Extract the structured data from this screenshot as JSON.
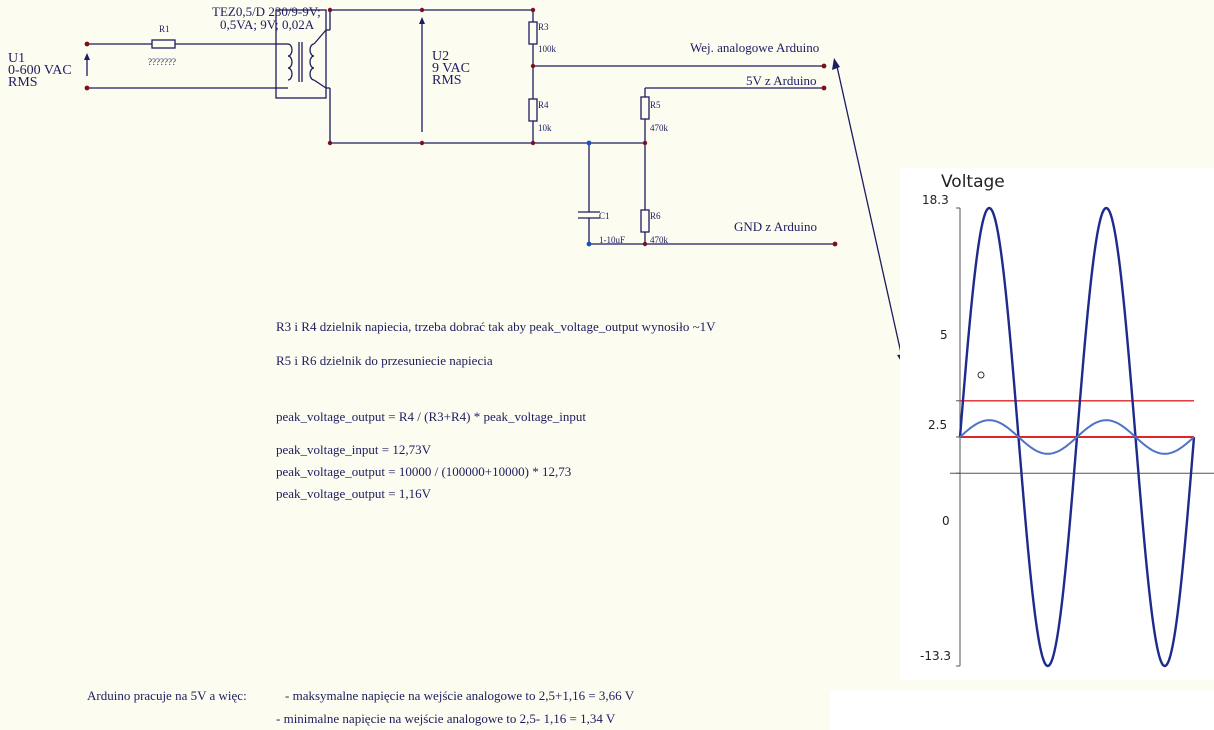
{
  "schematic": {
    "u1": {
      "name": "U1",
      "value": "0-600 VAC",
      "unit": "RMS"
    },
    "r1": {
      "name": "R1",
      "value": "???????"
    },
    "transformer": {
      "line1": "TEZ0,5/D 230/9-9V;",
      "line2": "0,5VA; 9V; 0,02A"
    },
    "u2": {
      "name": "U2",
      "value": "9 VAC",
      "unit": "RMS"
    },
    "r3": {
      "name": "R3",
      "value": "100k"
    },
    "r4": {
      "name": "R4",
      "value": "10k"
    },
    "r5": {
      "name": "R5",
      "value": "470k"
    },
    "r6": {
      "name": "R6",
      "value": "470k"
    },
    "c1": {
      "name": "C1",
      "value": "1-10uF"
    },
    "outputs": {
      "analog": "Wej. analogowe Arduino",
      "vcc": "5V z Arduino",
      "gnd": "GND z Arduino"
    }
  },
  "notes": {
    "line1": "R3 i R4 dzielnik napiecia, trzeba dobrać tak aby peak_voltage_output wynosiło  ~1V",
    "line2": "R5 i R6 dzielnik do przesuniecie napiecia",
    "formula": "peak_voltage_output = R4 / (R3+R4) * peak_voltage_input",
    "input_value": "peak_voltage_input = 12,73V",
    "calc": "peak_voltage_output = 10000 / (100000+10000) * 12,73",
    "result": "peak_voltage_output = 1,16V"
  },
  "bottom": {
    "intro": "Arduino pracuje na 5V a więc:",
    "max": "- maksymalne napięcie na wejście analogowe to 2,5+1,16 = 3,66 V",
    "min": "- minimalne napięcie na wejście analogowe to 2,5- 1,16 = 1,34 V"
  },
  "chart_data": {
    "type": "line",
    "title": "Voltage",
    "yticks": [
      "18.3",
      "5",
      "2.5",
      "0",
      "-13.3"
    ],
    "ylim": [
      -13.3,
      18.3
    ],
    "reference_lines": [
      5,
      2.5
    ],
    "series": [
      {
        "amplitude": 15.8,
        "offset": 2.5,
        "periods": 2
      },
      {
        "amplitude": 1.16,
        "offset": 2.5,
        "periods": 2
      }
    ],
    "colors": {
      "large": "#1e2a8c",
      "small": "#4f72c8",
      "reference": "#e0242a",
      "axis": "#555555"
    }
  }
}
